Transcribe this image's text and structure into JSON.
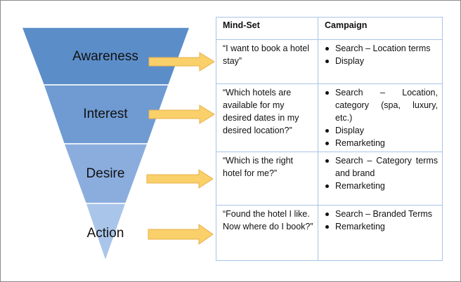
{
  "stages": [
    {
      "label": "Awareness",
      "color": "#5b8ec9"
    },
    {
      "label": "Interest",
      "color": "#6f9bd2"
    },
    {
      "label": "Desire",
      "color": "#8badde"
    },
    {
      "label": "Action",
      "color": "#a9c5ea"
    }
  ],
  "arrow_color": "#f9d06a",
  "arrow_outline": "#e8b04a",
  "table": {
    "headers": {
      "mindset": "Mind-Set",
      "campaign": "Campaign"
    },
    "rows": [
      {
        "mindset": "“I want to book a hotel stay”",
        "campaign": [
          "Search – Location terms",
          "Display"
        ]
      },
      {
        "mindset": "“Which hotels are available for my desired dates in my desired location?”",
        "campaign": [
          "Search – Location, category (spa, luxury, etc.)",
          "Display",
          "Remarketing"
        ]
      },
      {
        "mindset": "“Which is the right hotel for me?”",
        "campaign": [
          "Search – Category terms and brand",
          "Remarketing"
        ]
      },
      {
        "mindset": "“Found the hotel I like. Now where do I book?”",
        "campaign": [
          "Search – Branded Terms",
          "Remarketing"
        ]
      }
    ]
  }
}
